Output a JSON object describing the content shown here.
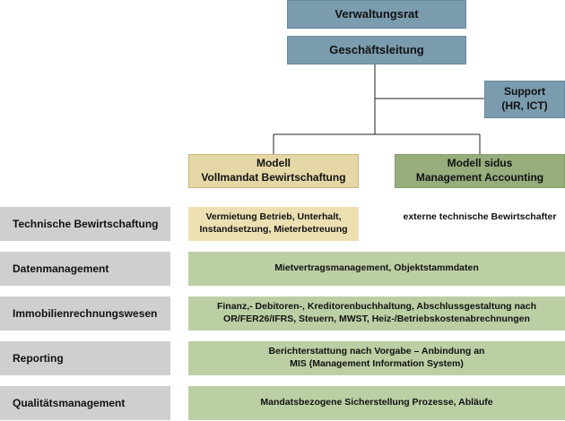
{
  "org": {
    "board": "Verwaltungsrat",
    "management": "Geschäftsleitung",
    "support": "Support\n(HR, ICT)",
    "model_full_mandate": "Modell\nVollmandat Bewirtschaftung",
    "model_sidus": "Modell sidus\nManagement Accounting"
  },
  "rows": [
    {
      "label": "Technische Bewirtschaftung",
      "full_mandate": "Vermietung Betrieb, Unterhalt,\nInstandsetzung, Mieterbetreuung",
      "sidus": "externe technische Bewirtschafter"
    },
    {
      "label": "Datenmanagement",
      "shared": "Mietvertragsmanagement, Objektstammdaten"
    },
    {
      "label": "Immobilienrechnungswesen",
      "shared": "Finanz,- Debitoren-, Kreditorenbuchhaltung, Abschlussgestaltung nach\nOR/FER26/IFRS, Steuern, MWST, Heiz-/Betriebskostenabrechnungen"
    },
    {
      "label": "Reporting",
      "shared": "Berichterstattung nach Vorgabe – Anbindung an\nMIS (Management Information System)"
    },
    {
      "label": "Qualitätsmanagement",
      "shared": "Mandatsbezogene Sicherstellung Prozesse, Abläufe"
    }
  ]
}
